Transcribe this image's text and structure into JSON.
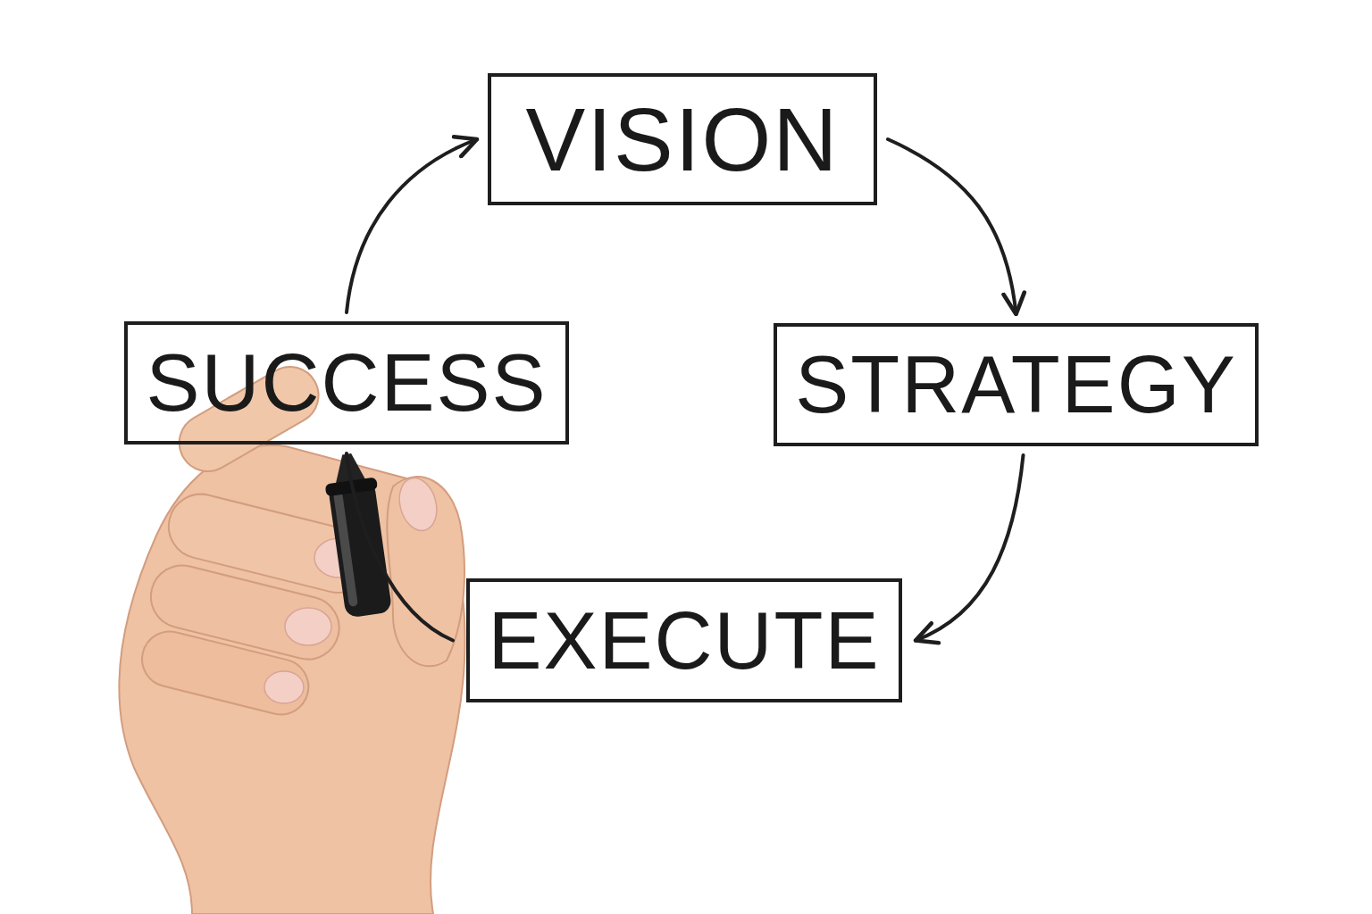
{
  "diagram": {
    "nodes": [
      {
        "text": [
          "VISION"
        ]
      },
      {
        "text": [
          "SUCCESS"
        ]
      },
      {
        "text": [
          "STRATEGY"
        ]
      },
      {
        "text": [
          "EXECUTE"
        ]
      }
    ],
    "edges": [
      {
        "from": 1,
        "to": 0,
        "arrow": "to"
      },
      {
        "from": 0,
        "to": 2,
        "arrow": "to"
      },
      {
        "from": 2,
        "to": 3,
        "arrow": "to"
      },
      {
        "from": 3,
        "to": 1,
        "arrow": "none"
      }
    ]
  }
}
